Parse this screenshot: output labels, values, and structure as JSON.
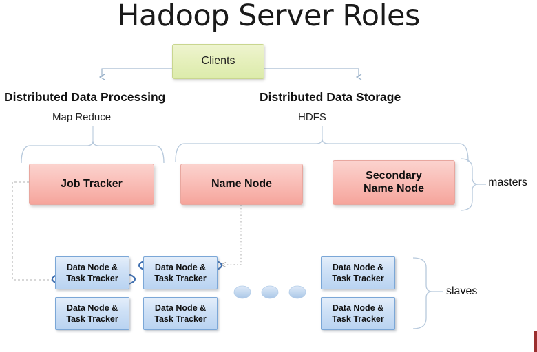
{
  "title": "Hadoop Server Roles",
  "clients": {
    "label": "Clients",
    "fill": "#e2eebb"
  },
  "branches": [
    {
      "title": "Distributed Data Processing",
      "subtitle": "Map Reduce"
    },
    {
      "title": "Distributed Data Storage",
      "subtitle": "HDFS"
    }
  ],
  "masters": {
    "group_label": "masters",
    "fill": "#f7b0a8",
    "nodes": [
      {
        "line1": "Job Tracker",
        "line2": ""
      },
      {
        "line1": "Name Node",
        "line2": ""
      },
      {
        "line1": "Secondary",
        "line2": "Name Node"
      }
    ]
  },
  "slaves": {
    "group_label": "slaves",
    "fill": "#c4dbf3",
    "node_line1": "Data Node &",
    "node_line2": "Task Tracker",
    "nodes": [
      {
        "line1": "Data Node &",
        "line2": "Task Tracker"
      },
      {
        "line1": "Data Node &",
        "line2": "Task Tracker"
      },
      {
        "line1": "Data Node &",
        "line2": "Task Tracker"
      },
      {
        "line1": "Data Node &",
        "line2": "Task Tracker"
      },
      {
        "line1": "Data Node &",
        "line2": "Task Tracker"
      },
      {
        "line1": "Data Node &",
        "line2": "Task Tracker"
      }
    ],
    "ellipsis_dots": 3
  },
  "colors": {
    "connector": "#8fa9c4",
    "bracket": "#b7c9dc",
    "highlight_ellipse": "#3f6fb0",
    "dotted": "#b9b9b9",
    "dot_oval": "#c3d8ef"
  }
}
